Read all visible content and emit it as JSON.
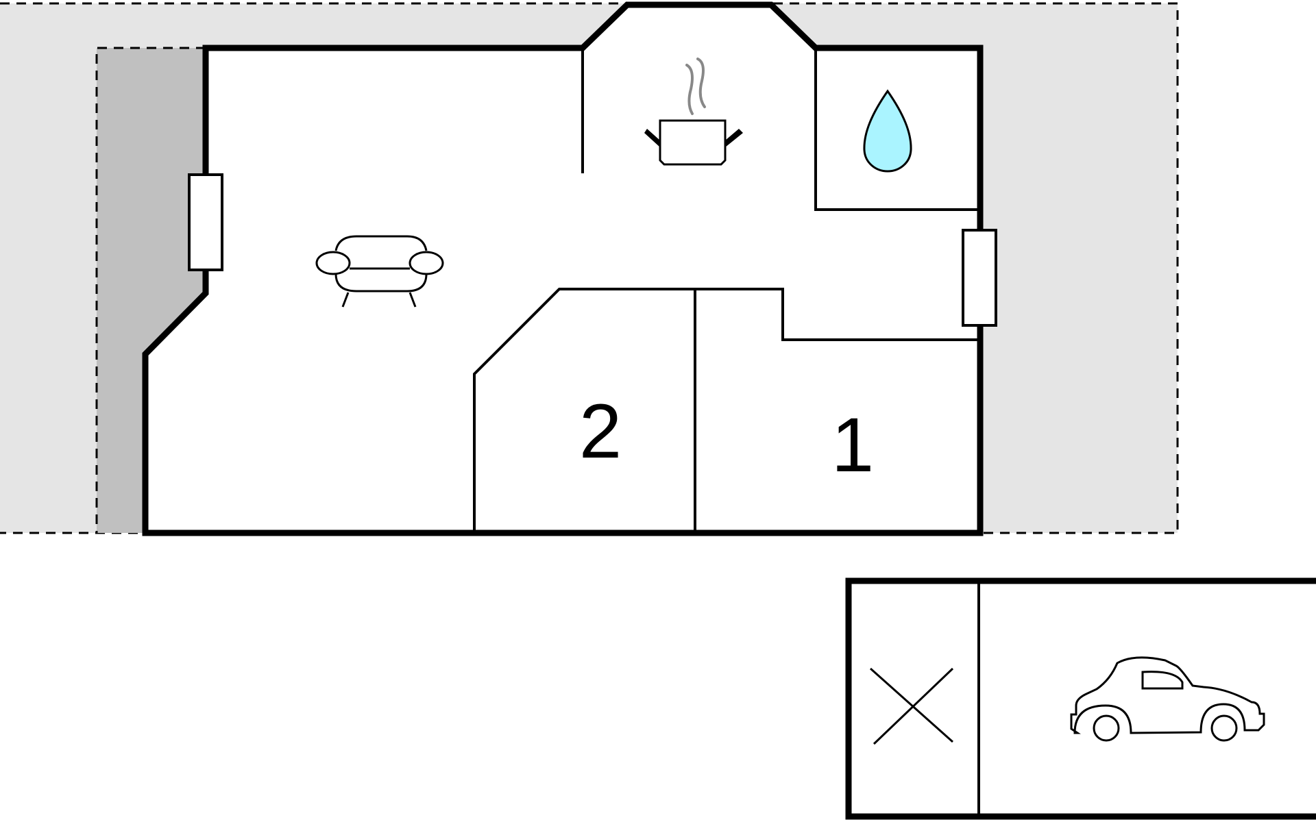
{
  "floor_plan": {
    "rooms": [
      {
        "id": "bedroom-2",
        "label": "2"
      },
      {
        "id": "bedroom-1",
        "label": "1"
      }
    ],
    "icons": [
      {
        "name": "sofa-icon",
        "meaning": "living room"
      },
      {
        "name": "cooking-pot-icon",
        "meaning": "kitchen"
      },
      {
        "name": "water-drop-icon",
        "meaning": "bathroom"
      },
      {
        "name": "car-icon",
        "meaning": "garage"
      },
      {
        "name": "cross-icon",
        "meaning": "storage"
      }
    ]
  },
  "colors": {
    "terrace": "#e5e5e5",
    "covered_terrace": "#c0c0c0",
    "walls": "#000000",
    "steam": "#888888",
    "water": "#aaf4ff"
  }
}
